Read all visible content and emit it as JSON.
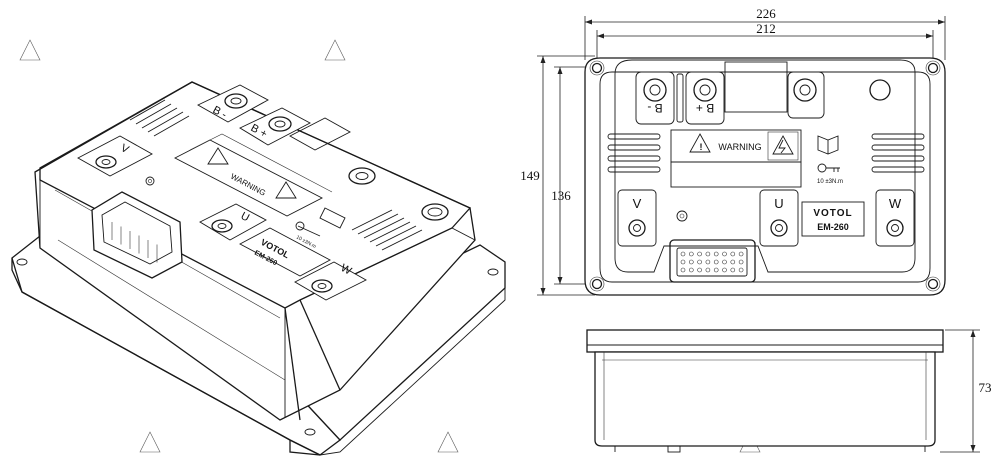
{
  "dimensions": {
    "overall_width": "226",
    "hole_spacing_x": "212",
    "overall_height": "149",
    "hole_spacing_y": "136",
    "depth": "73"
  },
  "terminals": {
    "b_minus": "B -",
    "b_plus": "B +",
    "u": "U",
    "v": "V",
    "w": "W"
  },
  "warning_label": "WARNING",
  "torque_label": "10 ±3N.m",
  "brand": "VOTOL",
  "model": "EM-260"
}
